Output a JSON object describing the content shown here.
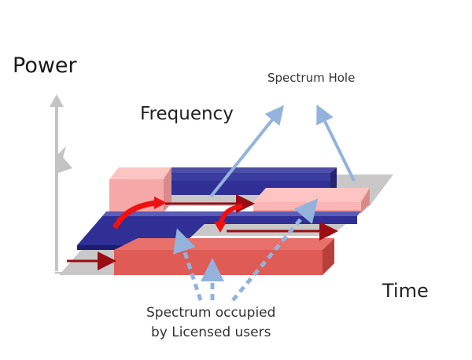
{
  "diagram": {
    "axes": {
      "power_label": "Power",
      "frequency_label": "Frequency",
      "time_label": "Time"
    },
    "annotations": {
      "spectrum_hole": "Spectrum Hole",
      "occupied_line1": "Spectrum occupied",
      "occupied_line2": "by Licensed users"
    },
    "colors": {
      "axis_gray": "#c4c4c4",
      "floor_gray": "#c8c8c8",
      "blue_top": "#4c4ea8",
      "blue_front": "#2f2f96",
      "blue_side": "#23236e",
      "pink_top": "#fdc4c4",
      "pink_front": "#f6a8a8",
      "pink_side": "#d98a8a",
      "red_top": "#e8706a",
      "red_front": "#df5b55",
      "red_side": "#b8403c",
      "arrow_dark_red": "#9a0d14",
      "arrow_bright_red": "#ee1111",
      "callout_blue": "#93b3dc"
    }
  }
}
